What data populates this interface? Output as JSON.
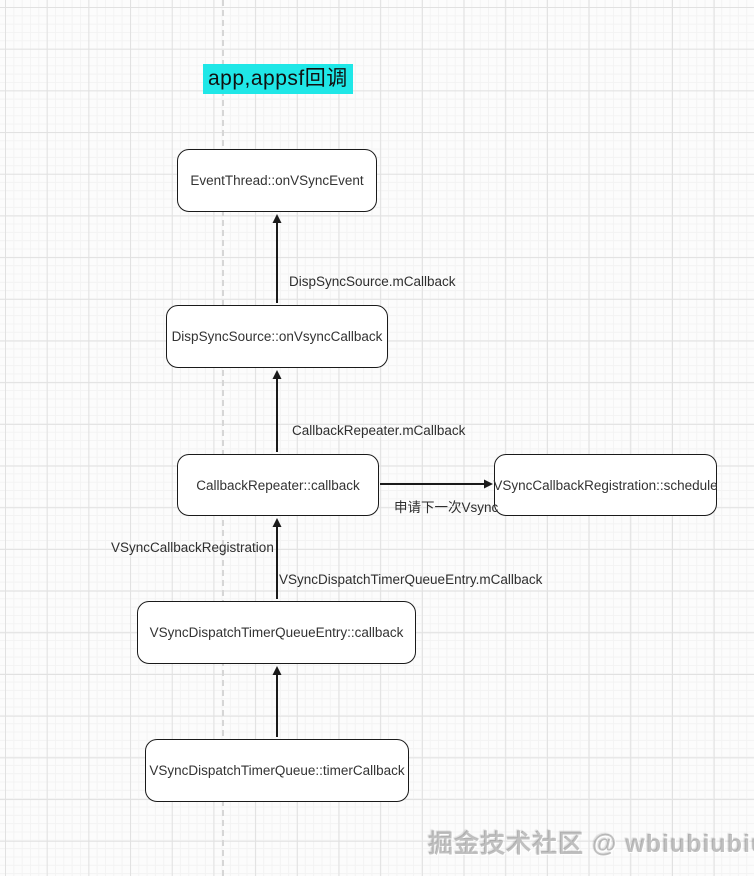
{
  "title": {
    "text": "app,appsf回调",
    "highlight_color": "#1fe7e7"
  },
  "nodes": [
    {
      "id": "event-thread",
      "label": "EventThread::onVSyncEvent"
    },
    {
      "id": "disp-sync-source",
      "label": "DispSyncSource::onVsyncCallback"
    },
    {
      "id": "callback-repeater",
      "label": "CallbackRepeater::callback"
    },
    {
      "id": "vsync-callback-registration",
      "label": "VSyncCallbackRegistration::schedule"
    },
    {
      "id": "timer-queue-entry",
      "label": "VSyncDispatchTimerQueueEntry::callback"
    },
    {
      "id": "timer-queue",
      "label": "VSyncDispatchTimerQueue::timerCallback"
    }
  ],
  "edges": [
    {
      "from": "disp-sync-source",
      "to": "event-thread",
      "text": "DispSyncSource.mCallback"
    },
    {
      "from": "callback-repeater",
      "to": "disp-sync-source",
      "text": "CallbackRepeater.mCallback"
    },
    {
      "from": "callback-repeater",
      "to": "vsync-callback-registration",
      "text": "申请下一次Vsync"
    },
    {
      "from": "timer-queue-entry",
      "to": "callback-repeater",
      "text_left": "VSyncCallbackRegistration",
      "text_right": "VSyncDispatchTimerQueueEntry.mCallback"
    },
    {
      "from": "timer-queue",
      "to": "timer-queue-entry",
      "text": ""
    }
  ],
  "watermark": {
    "text": "掘金技术社区 @ wbiubiubiu"
  },
  "colors": {
    "background": "#fcfcfc",
    "grid_major": "#e1e1e1",
    "grid_minor": "#f3f3f3",
    "node_border": "#1a1a1a",
    "arrow": "#1a1a1a",
    "title_highlight": "#1fe7e7"
  }
}
